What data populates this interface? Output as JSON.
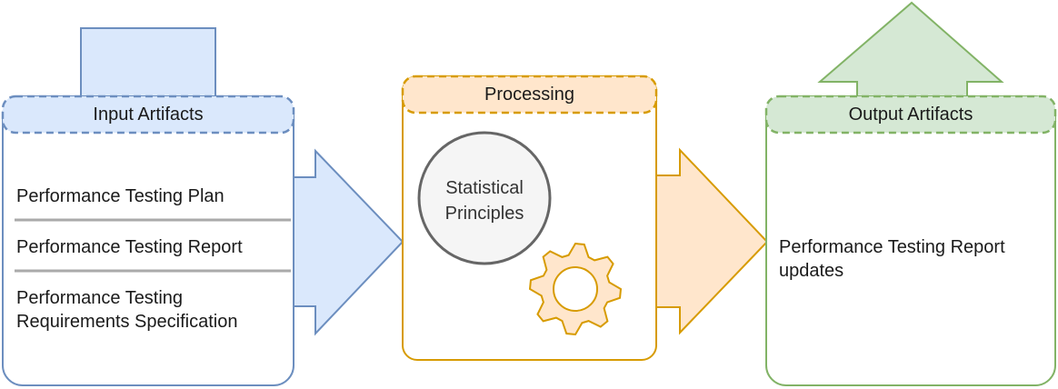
{
  "input": {
    "title": "Input Artifacts",
    "items": [
      "Performance Testing Plan",
      "Performance Testing Report",
      "Performance Testing Requirements Specification"
    ]
  },
  "processing": {
    "title": "Processing",
    "principle": "Statistical Principles"
  },
  "output": {
    "title": "Output Artifacts",
    "items": [
      "Performance Testing Report updates"
    ]
  },
  "colors": {
    "blue_fill": "#dae8fc",
    "blue_stroke": "#6c8ebf",
    "orange_fill": "#ffe6cc",
    "orange_stroke": "#d79b00",
    "green_fill": "#d5e8d4",
    "green_stroke": "#82b366",
    "gray_fill": "#f5f5f5",
    "gray_stroke": "#666666"
  },
  "icons": {
    "gear": "gear-icon"
  }
}
